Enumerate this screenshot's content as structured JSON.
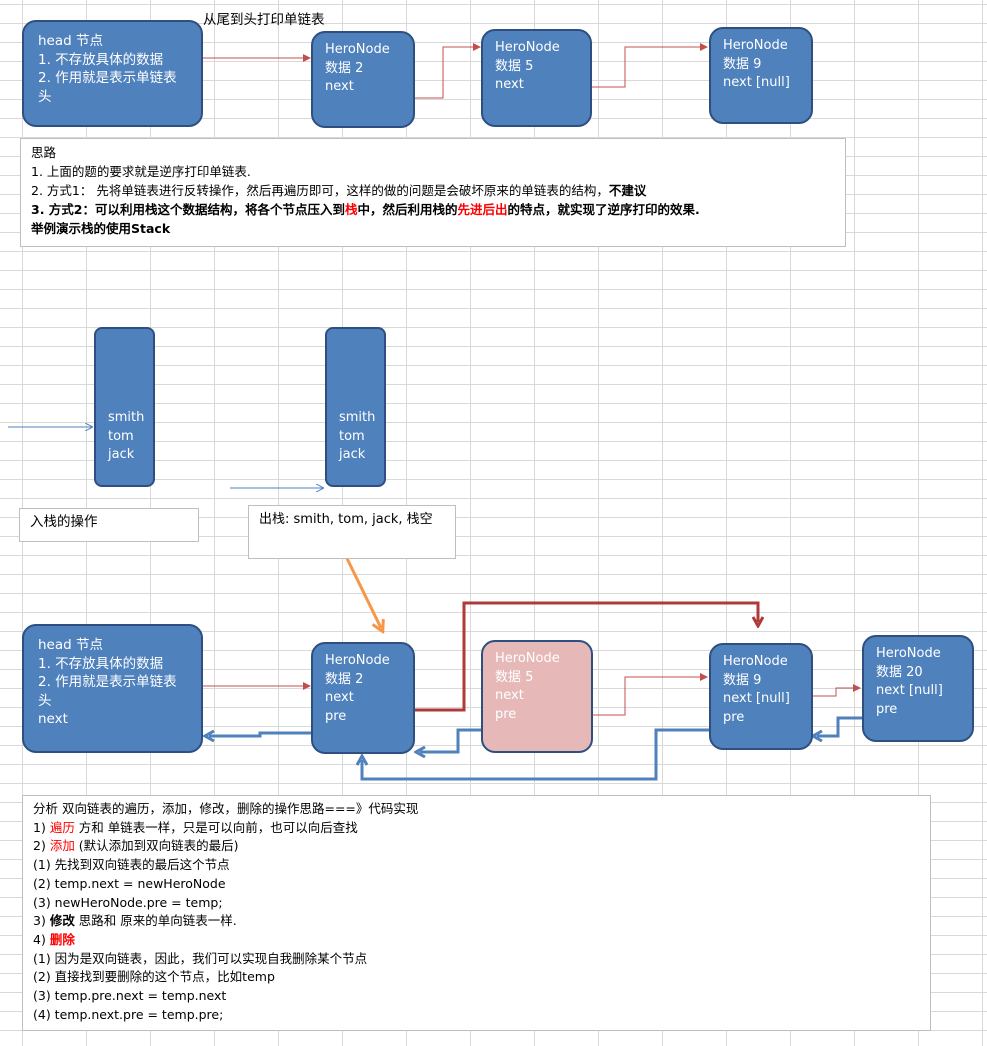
{
  "title": "从尾到头打印单链表",
  "top": {
    "head": [
      "head 节点",
      "1. 不存放具体的数据",
      "2. 作用就是表示单链表",
      "头"
    ],
    "node2": [
      "HeroNode",
      "数据 2",
      "next"
    ],
    "node5": [
      "HeroNode",
      "数据 5",
      "next"
    ],
    "node9": [
      "HeroNode",
      "数据 9",
      "next [null]"
    ]
  },
  "idea": {
    "line1": "思路",
    "line2": "1. 上面的题的要求就是逆序打印单链表.",
    "line3_a": "2. 方式1：  先将单链表进行反转操作，然后再遍历即可，这样的做的问题是会破坏原来的单链表的结构，",
    "line3_b": "不建议",
    "line4_a": "3. 方式2：可以利用栈这个数据结构，将各个节点压入到",
    "line4_b": "栈",
    "line4_c": "中，然后利用栈的",
    "line4_d": "先进后出",
    "line4_e": "的特点，就实现了逆序打印的效果.",
    "line5": "举例演示栈的使用Stack"
  },
  "stack": {
    "items": [
      "smith",
      "tom",
      "jack"
    ],
    "push_label": "入栈的操作",
    "pop_label": "出栈:  smith, tom, jack, 栈空"
  },
  "doubly": {
    "head": [
      "head 节点",
      "1. 不存放具体的数据",
      "2. 作用就是表示单链表",
      "头",
      "next"
    ],
    "node2": [
      "HeroNode",
      "数据 2",
      "next",
      "pre"
    ],
    "node5": [
      "HeroNode",
      "数据 5",
      "next",
      "pre"
    ],
    "node9": [
      "HeroNode",
      "数据 9",
      "next [null]",
      "pre"
    ],
    "node20": [
      "HeroNode",
      "数据 20",
      "next [null]",
      "pre"
    ]
  },
  "analysis": {
    "l1": "分析 双向链表的遍历，添加，修改，删除的操作思路===》代码实现",
    "l2_a": "1) ",
    "l2_b": "遍历",
    "l2_c": " 方和 单链表一样，只是可以向前，也可以向后查找",
    "l3_a": "2) ",
    "l3_b": "添加",
    "l3_c": " (默认添加到双向链表的最后)",
    "l4": "(1) 先找到双向链表的最后这个节点",
    "l5": "(2) temp.next = newHeroNode",
    "l6": "(3) newHeroNode.pre = temp;",
    "l7_a": "3) ",
    "l7_b": "修改",
    "l7_c": " 思路和 原来的单向链表一样.",
    "l8_a": "4) ",
    "l8_b": "删除",
    "l9": "(1) 因为是双向链表，因此，我们可以实现自我删除某个节点",
    "l10": "(2) 直接找到要删除的这个节点，比如temp",
    "l11": "(3)  temp.pre.next = temp.next",
    "l12": "(4) temp.next.pre = temp.pre;"
  },
  "colors": {
    "node_fill": "#4f81bd",
    "node_border": "#2e4f7f",
    "deleted_fill": "#e6b9b8",
    "thin_arrow": "#c0504d",
    "thick_red": "#b03a3a",
    "thick_blue": "#4f81bd",
    "orange_arrow": "#f79646",
    "highlight_text": "#ff0000"
  }
}
